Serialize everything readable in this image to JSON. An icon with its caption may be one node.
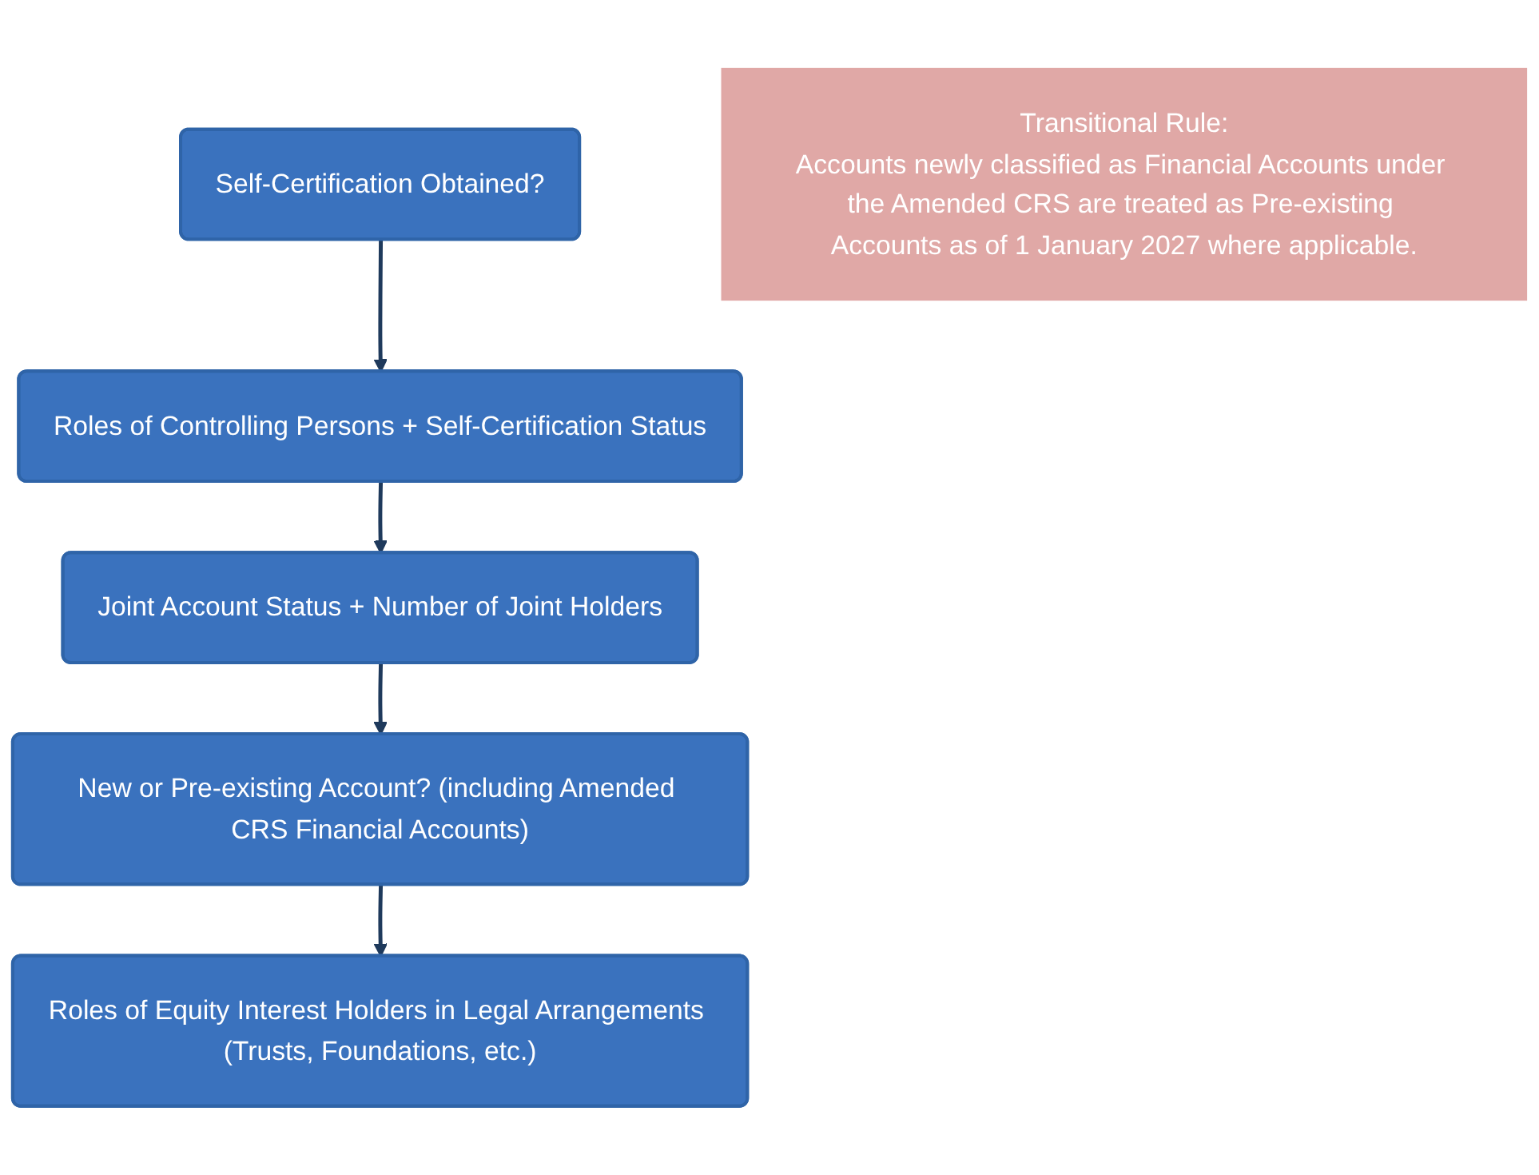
{
  "diagram": {
    "nodes": [
      {
        "text": [
          "Self-Certification Obtained?"
        ]
      },
      {
        "text": [
          "Roles of Controlling Persons + Self-Certification Status"
        ]
      },
      {
        "text": [
          "Joint Account Status + Number of Joint Holders"
        ]
      },
      {
        "text": [
          "New or Pre-existing Account? (including Amended CRS Financial Accounts)"
        ]
      },
      {
        "text": [
          "Roles of Equity Interest Holders in Legal Arrangements (Trusts, Foundations, etc.)"
        ]
      },
      {
        "text": [
          "Transitional Rule:",
          "Accounts newly classified as Financial Accounts under the Amended CRS are treated as Pre-existing Accounts as of 1 January 2027 where applicable."
        ]
      }
    ],
    "edges": [
      {
        "from": 0,
        "to": 1,
        "arrow": "to"
      },
      {
        "from": 1,
        "to": 2,
        "arrow": "to"
      },
      {
        "from": 2,
        "to": 3,
        "arrow": "to"
      },
      {
        "from": 3,
        "to": 4,
        "arrow": "to"
      }
    ]
  }
}
